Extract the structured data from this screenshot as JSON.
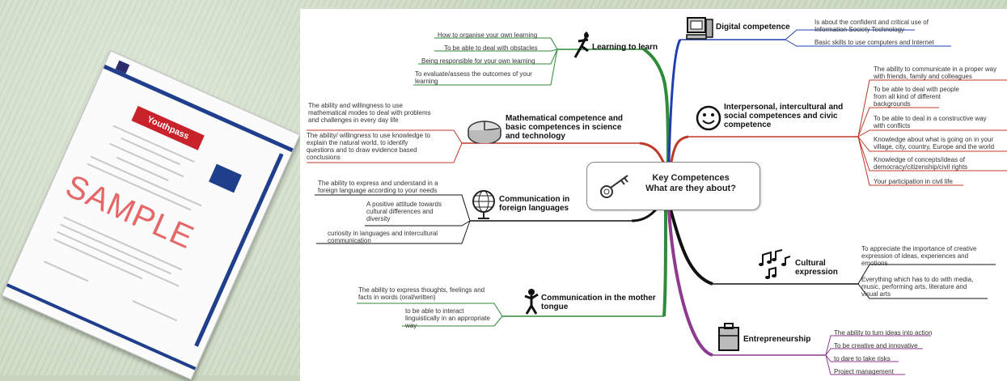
{
  "certificate": {
    "brand": "Youthpass",
    "watermark": "SAMPLE"
  },
  "center": {
    "line1": "Key Competences",
    "line2": "What are they about?"
  },
  "branches": {
    "learning": {
      "title": "Learning to learn",
      "items": [
        "How to organise your own learning",
        "To be able to deal with obstacles",
        "Being responsible for your own learning",
        "To evaluate/assess the outcomes of your",
        "learning"
      ]
    },
    "math": {
      "title1": "Mathematical competence and",
      "title2": "basic competences in science",
      "title3": "and technology",
      "item1": [
        "The ability and willingness to use",
        "mathematical modes to deal with problems",
        "and challenges in every day life"
      ],
      "item2": [
        "The ability/ willingness to use knowledge to",
        "explain the natural world, to identify",
        "questions  and to draw evidence based",
        "conclusions"
      ]
    },
    "foreign": {
      "title1": "Communication in",
      "title2": "foreign languages",
      "item1": [
        "The ability to express and understand in a",
        "foreign language according to your needs"
      ],
      "item2": [
        "A positive attitude towards",
        "cultural differences and",
        "diversity"
      ],
      "item3": [
        "curiosity in languages and intercultural",
        "communication"
      ]
    },
    "mother": {
      "title1": "Communication in the mother",
      "title2": "tongue",
      "item1": [
        "The ability to express thoughts, feelings and",
        "facts in words (oral/written)"
      ],
      "item2": [
        "to be able to interact",
        "linguistically in an appropriate",
        "way"
      ]
    },
    "digital": {
      "title": "Digital competence",
      "item1": [
        "Is about the confident and critical use of",
        "Information Society Technology"
      ],
      "item2": "Basic skills to use computers and Internet"
    },
    "interpersonal": {
      "title1": "Interpersonal, intercultural and",
      "title2": "social competences and civic",
      "title3": "competence",
      "items": [
        [
          "The ability to communicate in a proper way",
          "with friends, family and colleagues"
        ],
        [
          "To be able to deal with people",
          "from all kind of different",
          "backgrounds"
        ],
        [
          "To be able to deal in a constructive way",
          "with conflicts"
        ],
        [
          "Knowledge about what is going on in your",
          "village, city, country, Europe and the world"
        ],
        [
          "Knowledge of concepts/ideas of",
          "democracy/citizenship/civil rights"
        ],
        [
          "Your participation in civil life"
        ]
      ]
    },
    "cultural": {
      "title1": "Cultural",
      "title2": "expression",
      "item1": [
        "To appreciate the importance of creative",
        "expression of ideas, experiences and",
        "emotions"
      ],
      "item2": [
        "Everything which has to do with media,",
        "music, performing arts, literature and",
        "visual arts"
      ]
    },
    "entrepreneurship": {
      "title": "Entrepreneurship",
      "items": [
        "The ability to turn ideas into action",
        "To be creative and innovative",
        "to dare to take risks",
        "Project management"
      ]
    }
  },
  "colors": {
    "green": "#2e8b3a",
    "red": "#c0392b",
    "blue": "#1f3fb0",
    "purple": "#8e3a8e",
    "black": "#111111",
    "darkred": "#8b1a1a"
  }
}
